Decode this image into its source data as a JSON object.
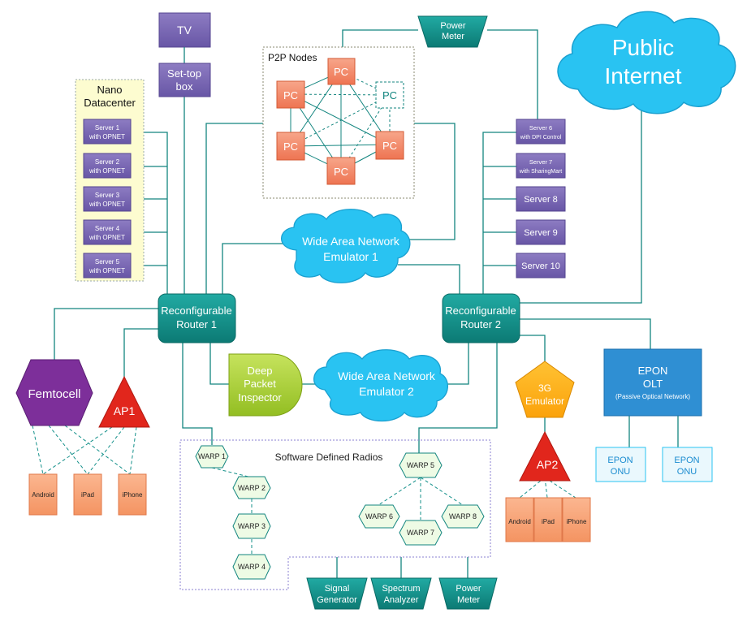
{
  "top": {
    "tv": "TV",
    "settop_1": "Set-top",
    "settop_2": "box",
    "power_meter_1": "Power",
    "power_meter_2": "Meter"
  },
  "internet": {
    "line1": "Public",
    "line2": "Internet"
  },
  "p2p": {
    "title": "P2P Nodes",
    "pc": "PC"
  },
  "nano": {
    "title1": "Nano",
    "title2": "Datacenter",
    "servers": [
      {
        "l1": "Server 1",
        "l2": "with OPNET"
      },
      {
        "l1": "Server 2",
        "l2": "with OPNET"
      },
      {
        "l1": "Server 3",
        "l2": "with OPNET"
      },
      {
        "l1": "Server 4",
        "l2": "with OPNET"
      },
      {
        "l1": "Server 5",
        "l2": "with OPNET"
      }
    ]
  },
  "right_servers": [
    {
      "l1": "Server 6",
      "l2": "with DPI Control"
    },
    {
      "l1": "Server 7",
      "l2": "with SharingMart"
    },
    {
      "l1": "Server 8",
      "l2": ""
    },
    {
      "l1": "Server 9",
      "l2": ""
    },
    {
      "l1": "Server 10",
      "l2": ""
    }
  ],
  "wan1": {
    "l1": "Wide Area Network",
    "l2": "Emulator 1"
  },
  "wan2": {
    "l1": "Wide Area Network",
    "l2": "Emulator 2"
  },
  "router1": {
    "l1": "Reconfigurable",
    "l2": "Router 1"
  },
  "router2": {
    "l1": "Reconfigurable",
    "l2": "Router 2"
  },
  "dpi": {
    "l1": "Deep",
    "l2": "Packet",
    "l3": "Inspector"
  },
  "femtocell": "Femtocell",
  "ap1": "AP1",
  "ap2": "AP2",
  "emulator3g": {
    "l1": "3G",
    "l2": "Emulator"
  },
  "epon": {
    "l1": "EPON",
    "l2": "OLT",
    "l3": "(Passive Optical Network)",
    "onu1": "EPON",
    "onu2": "ONU"
  },
  "devices": {
    "android": "Android",
    "ipad": "iPad",
    "iphone": "iPhone"
  },
  "sdr": {
    "title": "Software Defined Radios",
    "warps": [
      "WARP 1",
      "WARP 2",
      "WARP 3",
      "WARP 4",
      "WARP 5",
      "WARP 6",
      "WARP 7",
      "WARP 8"
    ]
  },
  "bottom": {
    "signal_1": "Signal",
    "signal_2": "Generator",
    "spectrum_1": "Spectrum",
    "spectrum_2": "Analyzer",
    "power_1": "Power",
    "power_2": "Meter"
  },
  "colors": {
    "purple": "#7e6bb4",
    "teal": "#17958f",
    "cloud": "#29c3f2",
    "orange": "#ee7f55",
    "device": "#f7a174",
    "red": "#e1261c",
    "femtocell": "#7d2f9a",
    "yellow": "#ffb21c",
    "epon": "#2f8fd3",
    "wan_green": "#a8ce34",
    "warp_fill": "#eefbe5"
  }
}
